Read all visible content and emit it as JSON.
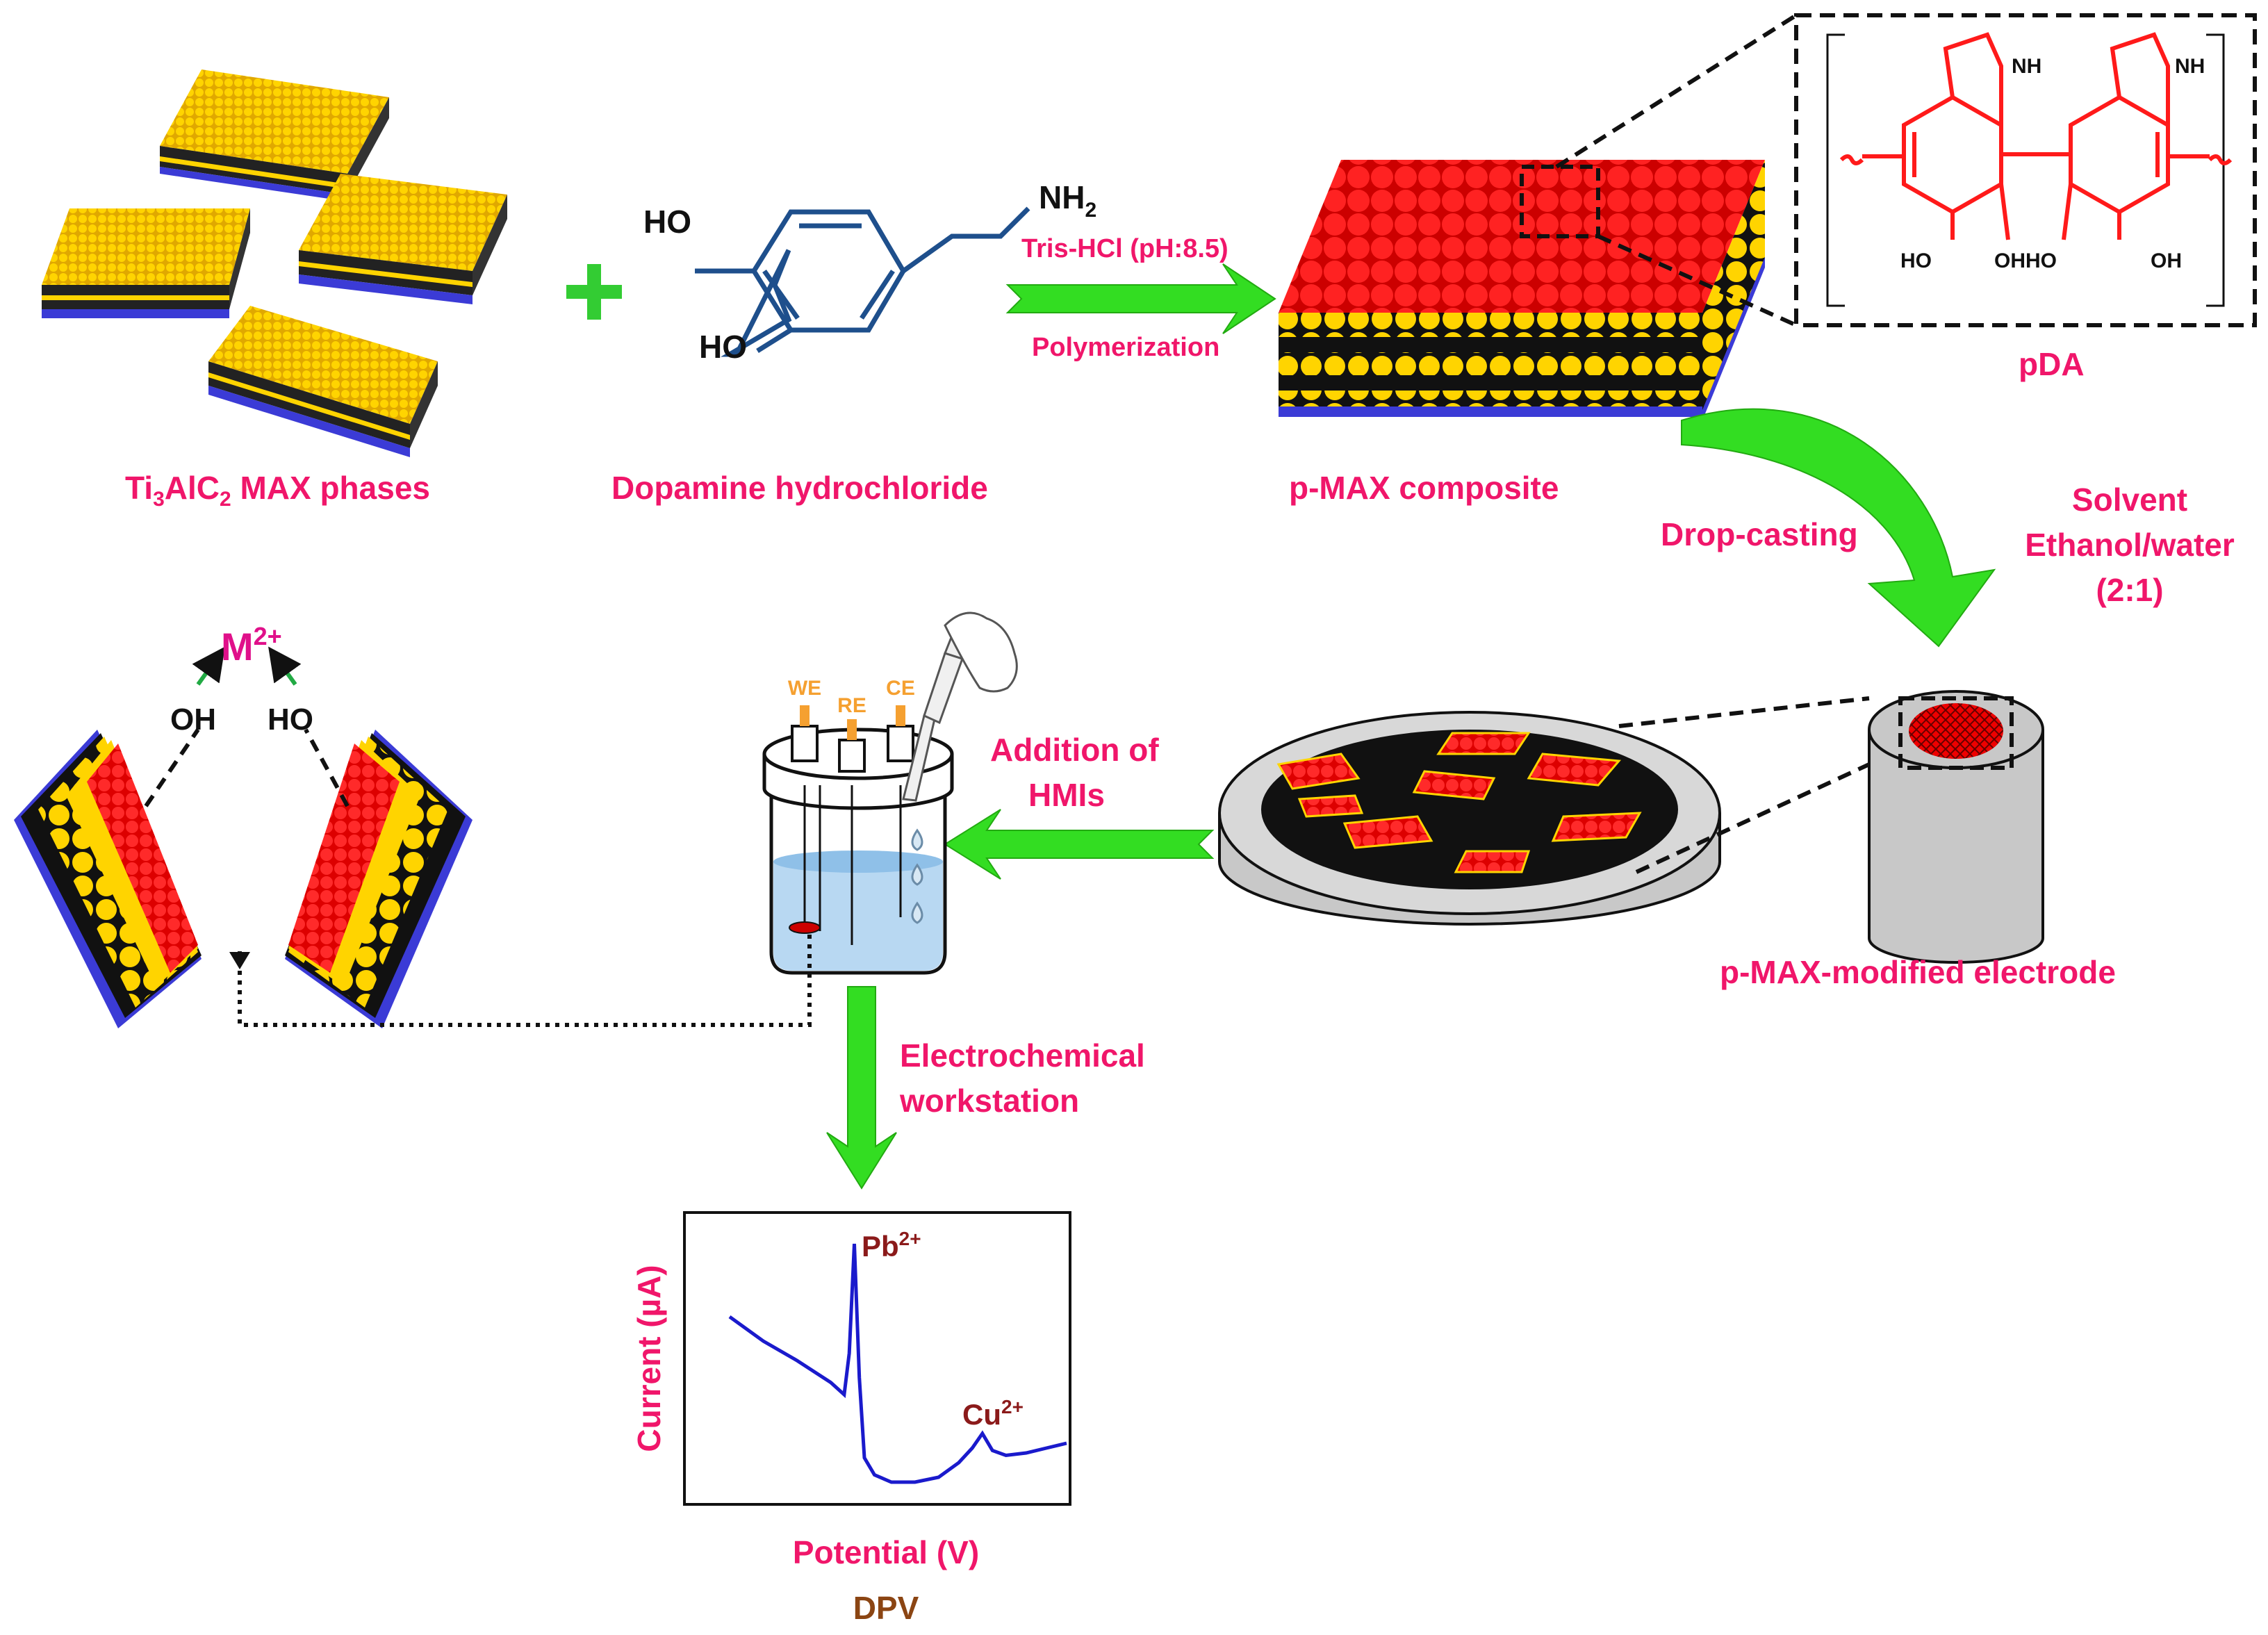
{
  "labels": {
    "max_phase": "Ti3AlC2 MAX phases",
    "max_phase_parts": {
      "a": "Ti",
      "b": "3",
      "c": "AlC",
      "d": "2",
      "e": " MAX phases"
    },
    "dopamine": "Dopamine hydrochloride",
    "nh2": "NH2",
    "nh2_parts": {
      "a": "NH",
      "b": "2"
    },
    "ho_top": "HO",
    "ho_bottom": "HO",
    "tris": "Tris-HCl (pH:8.5)",
    "polymerization": "Polymerization",
    "pmax": "p-MAX composite",
    "pda": "pDA",
    "pda_nh_left": "NH",
    "pda_nh_right": "NH",
    "pda_ho_1": "HO",
    "pda_ohho": "OHHO",
    "pda_oh_2": "OH",
    "drop_casting": "Drop-casting",
    "solvent": "Solvent",
    "ethanol_water": "Ethanol/water",
    "ratio": "(2:1)",
    "electrode": "p-MAX-modified electrode",
    "addition_line1": "Addition of",
    "addition_line2": "HMIs",
    "we": "WE",
    "re": "RE",
    "ce": "CE",
    "metal_ion": "M2+",
    "metal_parts": {
      "a": "M",
      "b": "2+"
    },
    "oh": "OH",
    "ho": "HO",
    "workstation_line1": "Electrochemical",
    "workstation_line2": "workstation",
    "dpv": "DPV"
  },
  "chart_data": {
    "type": "line",
    "title": "",
    "xlabel": "Potential (V)",
    "ylabel": "Current (µA)",
    "annotations": [
      {
        "text": "Pb2+",
        "base": "Pb",
        "sup": "2+"
      },
      {
        "text": "Cu2+",
        "base": "Cu",
        "sup": "2+"
      }
    ],
    "series": [
      {
        "color": "#1a1acc",
        "x": [
          0.0,
          0.1,
          0.2,
          0.3,
          0.34,
          0.355,
          0.37,
          0.385,
          0.4,
          0.43,
          0.48,
          0.55,
          0.62,
          0.68,
          0.72,
          0.75,
          0.78,
          0.82,
          0.88,
          0.94,
          1.0
        ],
        "y": [
          0.7,
          0.6,
          0.52,
          0.43,
          0.38,
          0.55,
          1.0,
          0.45,
          0.12,
          0.05,
          0.02,
          0.02,
          0.04,
          0.1,
          0.16,
          0.22,
          0.15,
          0.13,
          0.14,
          0.16,
          0.18
        ]
      }
    ],
    "grid": false,
    "legend": "none"
  },
  "colors": {
    "pink_text": "#f0166a",
    "dark_red_text": "#8b1a1a",
    "dpv_brown": "#8b4513",
    "arrow_green": "#33dd22",
    "polymer_red": "#ff1a1a",
    "max_yellow": "#ffd400",
    "max_blue": "#3b3bd6",
    "dopamine_blue": "#1e4f8c",
    "dpv_curve": "#1a1acc"
  }
}
